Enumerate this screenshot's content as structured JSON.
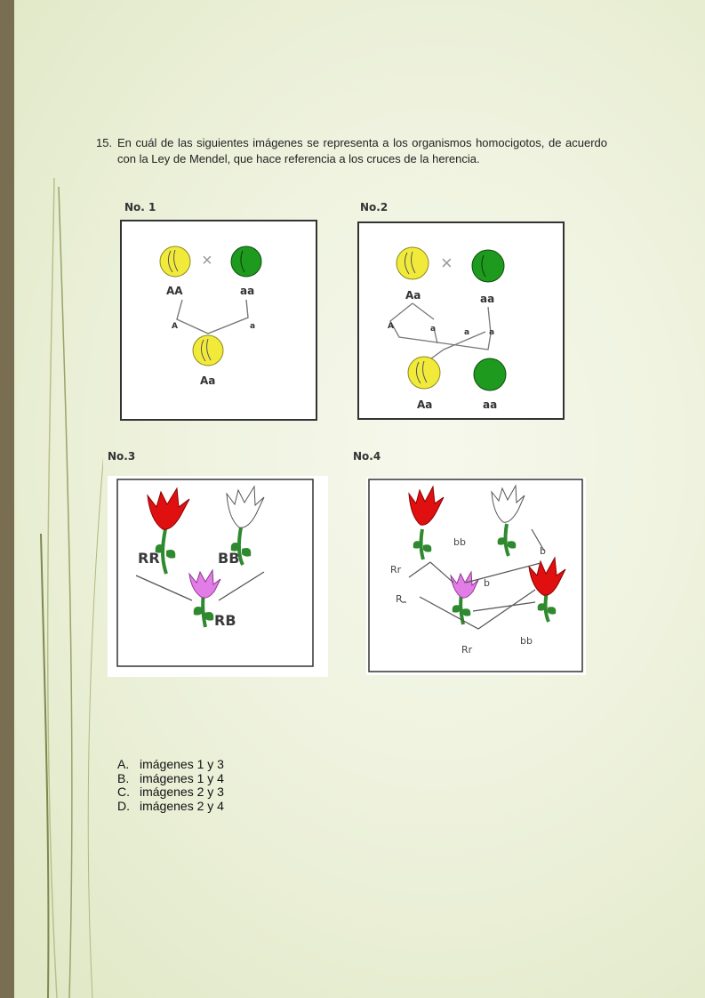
{
  "question": {
    "number": "15.",
    "text": "En cuál de las siguientes imágenes se representa a los organismos homocigotos, de acuerdo con la Ley de Mendel, que hace referencia a los cruces de la herencia."
  },
  "figures": [
    {
      "caption": "No. 1",
      "labels": {
        "p1": "AA",
        "p2": "aa",
        "g1": "A",
        "g2": "a",
        "child": "Aa"
      }
    },
    {
      "caption": "No.2",
      "labels": {
        "p1": "Aa",
        "p2": "aa",
        "g1": "A",
        "g2": "a",
        "g3": "a",
        "g4": "a",
        "c1": "Aa",
        "c2": "aa"
      }
    },
    {
      "caption": "No.3",
      "labels": {
        "p1": "RR",
        "p2": "BB",
        "child": "RB"
      }
    },
    {
      "caption": "No.4",
      "labels": {
        "bb_top": "bb",
        "b_right": "b",
        "rr_left": "Rr",
        "b_mid": "b",
        "r_left": "R",
        "bb_bottom": "bb",
        "rr_bottom": "Rr"
      }
    }
  ],
  "options": [
    {
      "letter": "A.",
      "text": "imágenes 1 y 3"
    },
    {
      "letter": "B.",
      "text": "imágenes 1 y 4"
    },
    {
      "letter": "C.",
      "text": "imágenes 2 y 3"
    },
    {
      "letter": "D.",
      "text": "imágenes 2 y 4"
    }
  ],
  "colors": {
    "sidebar": "#7a6e52",
    "yellow_pea": "#f2ea3a",
    "green_pea": "#1e9a1e",
    "red_flower": "#e01010",
    "pink_flower": "#e27ce6",
    "stem": "#2f8a2f"
  }
}
